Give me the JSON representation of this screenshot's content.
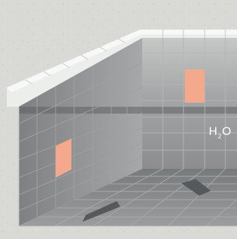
{
  "figure": {
    "label": {
      "base": "H",
      "subscript": "2",
      "element": "O"
    },
    "colors": {
      "surround": "#d9dad6",
      "wall_top_light": "#cfd1cf",
      "wall_mid": "#8e9092",
      "wall_dark": "#6f7173",
      "floor": "#8a8c8e",
      "water_band": "#5d5f61",
      "accent_tile": "#f4a98c",
      "grout": "#a7a9aa",
      "ledge_tile": "#f2f3f2",
      "loose_tile": "#575a5c"
    }
  }
}
